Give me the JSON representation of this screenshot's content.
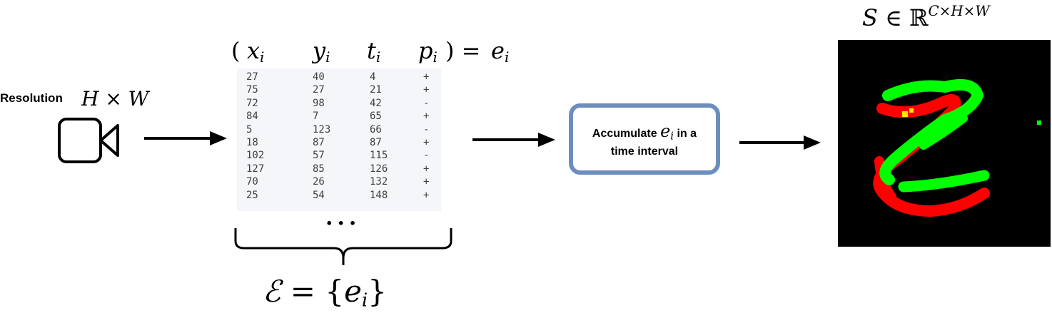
{
  "resolution": {
    "label": "Resolution",
    "math": "H × W"
  },
  "event_header": {
    "open_paren": "(",
    "x": "x",
    "y": "y",
    "t": "t",
    "p": "p",
    "sub": "i",
    "close_eq": ") =",
    "e": "e"
  },
  "event_table": {
    "rows": [
      [
        "27",
        "40",
        "4",
        "+"
      ],
      [
        "75",
        "27",
        "21",
        "+"
      ],
      [
        "72",
        "98",
        "42",
        "-"
      ],
      [
        "84",
        "7",
        "65",
        "+"
      ],
      [
        "5",
        "123",
        "66",
        "-"
      ],
      [
        "18",
        "87",
        "87",
        "+"
      ],
      [
        "102",
        "57",
        "115",
        "-"
      ],
      [
        "127",
        "85",
        "126",
        "+"
      ],
      [
        "70",
        "26",
        "132",
        "+"
      ],
      [
        "25",
        "54",
        "148",
        "+"
      ]
    ]
  },
  "ellipsis": "···",
  "set_formula": {
    "symbol": "ℰ",
    "rest": " = {",
    "e": "e",
    "sub": "i",
    "close": "}"
  },
  "accumulate": {
    "before": "Accumulate",
    "math_e": "e",
    "math_sub": "i",
    "after": "in a",
    "line2": "time interval"
  },
  "output_formula": {
    "s": "S",
    "in": " ∈ ",
    "r": "ℝ",
    "sup": "C×H×W"
  },
  "colors": {
    "box_border": "#6c8ebf",
    "green": "#00ff00",
    "red": "#ff0000",
    "yellow": "#ffe600",
    "background": "#000000"
  }
}
